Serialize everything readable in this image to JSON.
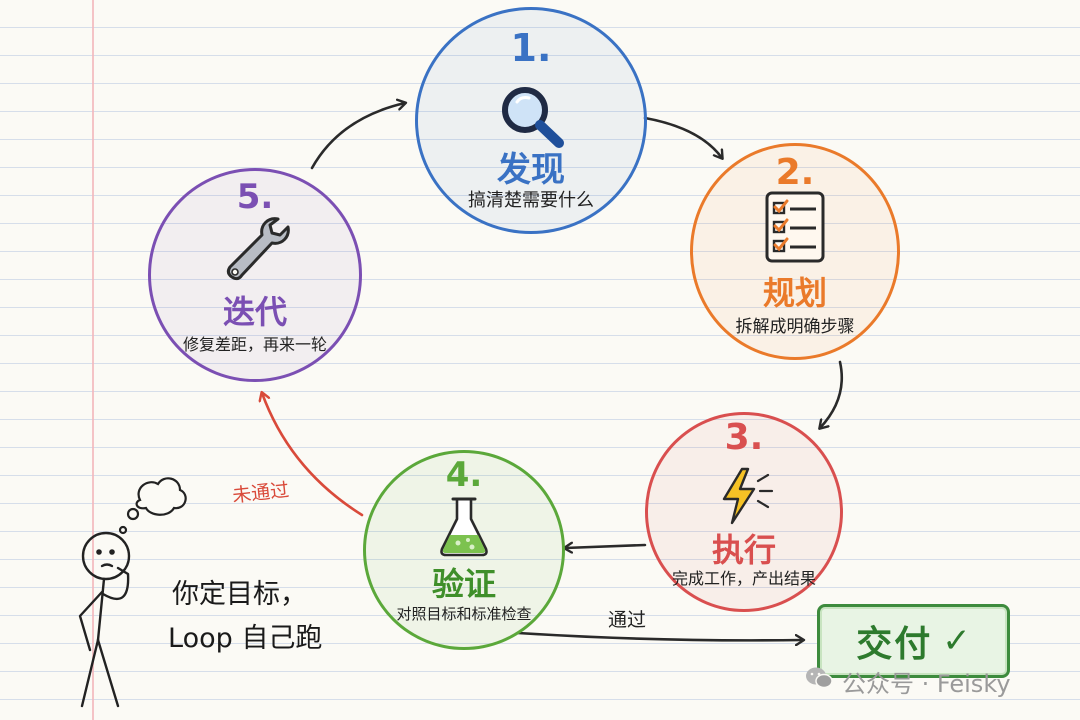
{
  "steps": [
    {
      "number": "1.",
      "title": "发现",
      "desc": "搞清楚需要什么",
      "color": "#3a72c4",
      "icon": "magnifier-icon"
    },
    {
      "number": "2.",
      "title": "规划",
      "desc": "拆解成明确步骤",
      "color": "#ea7a2a",
      "icon": "checklist-icon"
    },
    {
      "number": "3.",
      "title": "执行",
      "desc": "完成工作，产出结果",
      "color": "#d94f4f",
      "icon": "lightning-icon"
    },
    {
      "number": "4.",
      "title": "验证",
      "desc": "对照目标和标准检查",
      "color": "#5ba83a",
      "icon": "flask-icon"
    },
    {
      "number": "5.",
      "title": "迭代",
      "desc": "修复差距，再来一轮",
      "color": "#7b4fb3",
      "icon": "wrench-icon"
    }
  ],
  "labels": {
    "fail": "未通过",
    "pass": "通过"
  },
  "person_text": [
    "你定目标，",
    "Loop 自己跑"
  ],
  "deliver": {
    "text": "交付",
    "check": "✓"
  },
  "watermark": "公众号 · Feisky",
  "colors": {
    "fail_arrow": "#d94a3a",
    "arrow": "#2a2a2a",
    "deliver_green": "#3d8b3d"
  }
}
